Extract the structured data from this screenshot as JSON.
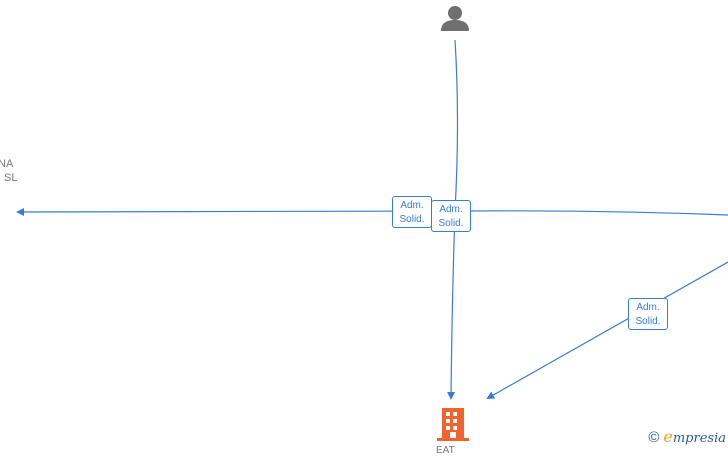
{
  "nodes": {
    "left_company": {
      "line1": "NA",
      "line2": "SL"
    },
    "bottom_company": {
      "label": "EAT"
    }
  },
  "edges": [
    {
      "label_line1": "Adm.",
      "label_line2": "Solid."
    },
    {
      "label_line1": "Adm.",
      "label_line2": "Solid."
    },
    {
      "label_line1": "Adm.",
      "label_line2": "Solid."
    }
  ],
  "colors": {
    "edge": "#3a7bd5",
    "person_icon": "#6f6f6f",
    "company_icon": "#f0632c",
    "watermark_text": "#26608f",
    "watermark_accent": "#f2a122"
  },
  "icons": {
    "top": "person-icon",
    "bottom": "building-icon"
  },
  "watermark": {
    "symbol": "©",
    "brand_initial": "e",
    "brand_rest": "mpresia"
  }
}
